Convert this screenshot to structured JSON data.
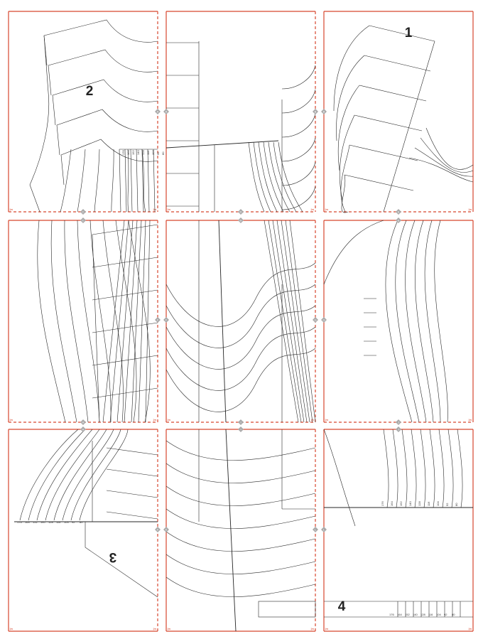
{
  "colors": {
    "frame": "#d7472e",
    "line": "#262626",
    "marker": "#a9a9a9",
    "background": "#ffffff"
  },
  "piece_numbers": [
    "1",
    "2",
    "3",
    "4"
  ],
  "tile_markers": [
    "A",
    "B",
    "C",
    "D",
    "E",
    "F",
    "G",
    "H",
    "I",
    "J",
    "K",
    "L"
  ],
  "size_labels": [
    "176",
    "164",
    "152",
    "140",
    "128",
    "116",
    "104",
    "92",
    "80"
  ],
  "tile_glyphs": [
    "✂"
  ],
  "icons": [
    "scissors-icon",
    "diamond-marker-icon"
  ]
}
